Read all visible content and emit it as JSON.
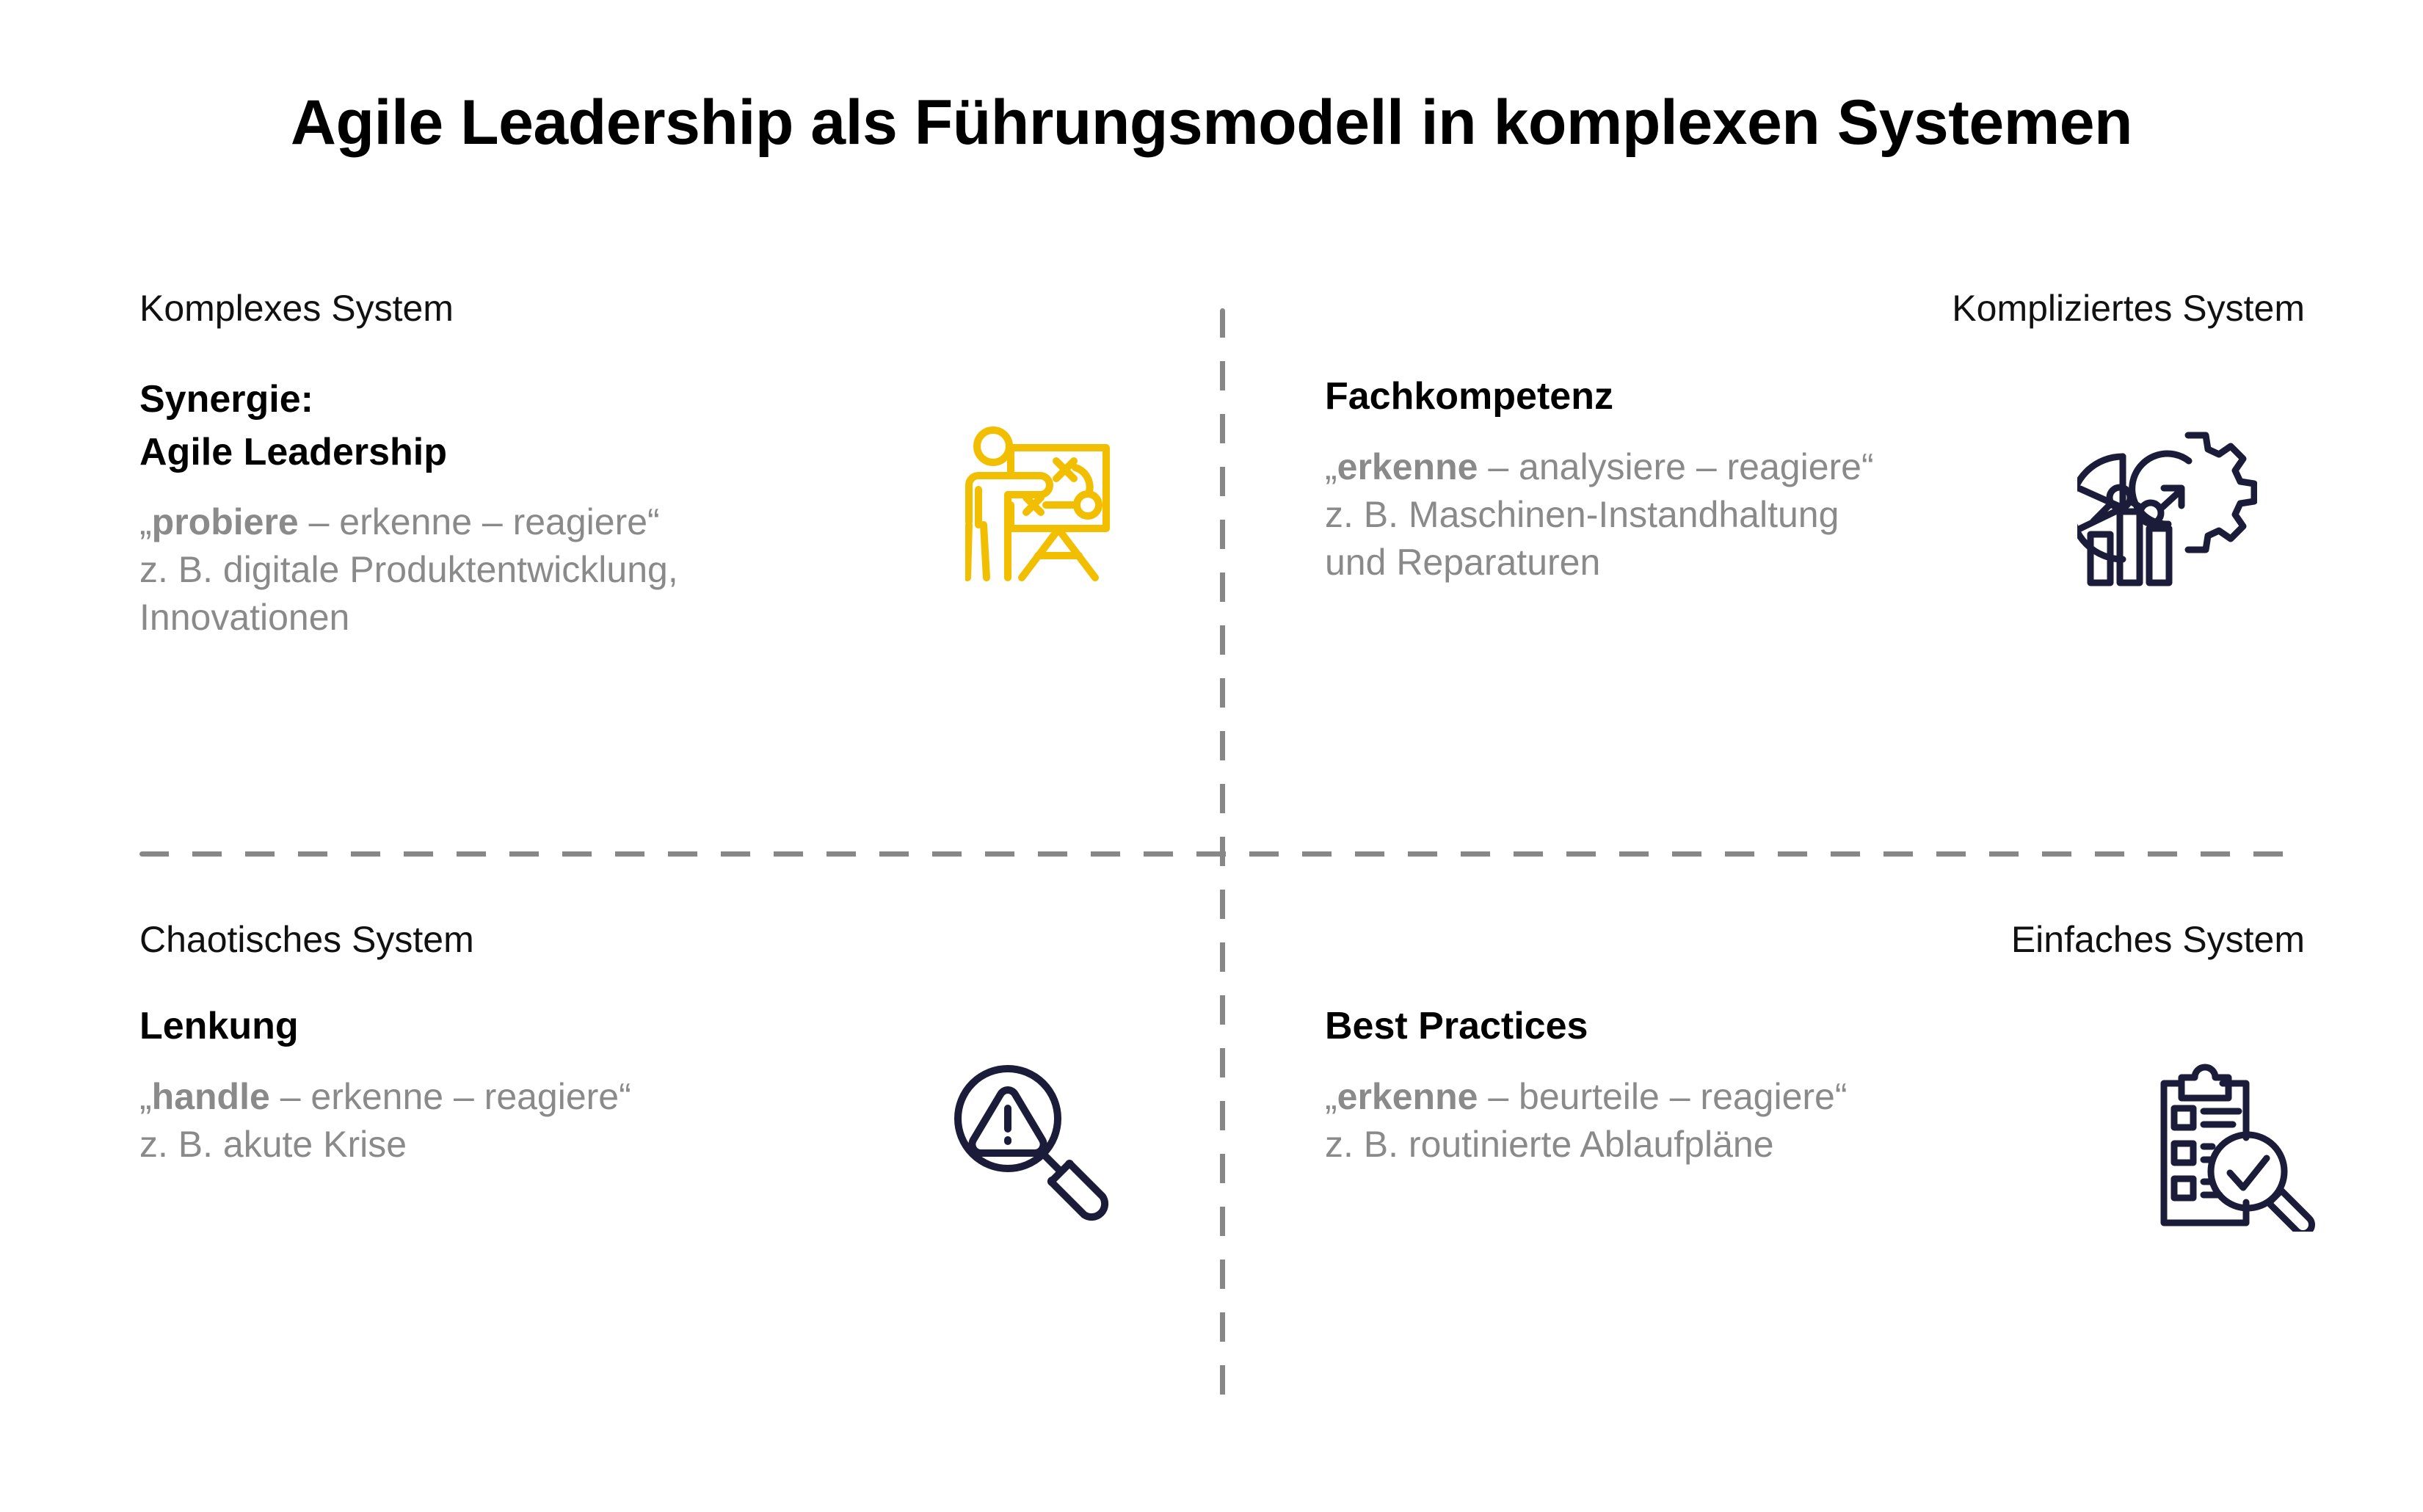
{
  "page": {
    "title": "Agile Leadership als Führungsmodell in komplexen Systemen",
    "background_color": "#ffffff"
  },
  "colors": {
    "accent_yellow": "#F2BE00",
    "icon_navy": "#1B1B3A",
    "body_gray": "#8A8A8A",
    "divider_gray": "#878787",
    "heading_black": "#000000"
  },
  "divider": {
    "style": "dashed",
    "orientation": "cross",
    "color": "#878787"
  },
  "quadrants": {
    "top_left": {
      "system_label": "Komplexes System",
      "heading_line1": "Synergie:",
      "heading_line2": "Agile Leadership",
      "motto_open_quote": "„",
      "motto_bold": "probiere",
      "motto_rest": " – erkenne – reagiere“",
      "example_line1": "z. B. digitale Produktentwicklung,",
      "example_line2": "Innovationen",
      "icon_name": "presentation-strategy-icon",
      "icon_color": "#F2BE00"
    },
    "top_right": {
      "system_label": "Kompliziertes System",
      "heading_line1": "Fachkompetenz",
      "heading_line2": "",
      "motto_open_quote": "„",
      "motto_bold": "erkenne",
      "motto_rest": " – analysiere – reagiere“",
      "example_line1": "z. B. Maschinen-Instandhaltung",
      "example_line2": "und Reparaturen",
      "icon_name": "gear-analytics-icon",
      "icon_color": "#1B1B3A"
    },
    "bottom_left": {
      "system_label": "Chaotisches System",
      "heading_line1": "Lenkung",
      "heading_line2": "",
      "motto_open_quote": "„",
      "motto_bold": "handle",
      "motto_rest": " – erkenne – reagiere“",
      "example_line1": "z. B. akute Krise",
      "example_line2": "",
      "icon_name": "magnifier-warning-icon",
      "icon_color": "#1B1B3A"
    },
    "bottom_right": {
      "system_label": "Einfaches System",
      "heading_line1": "Best Practices",
      "heading_line2": "",
      "motto_open_quote": "„",
      "motto_bold": "erkenne",
      "motto_rest": " – beurteile – reagiere“",
      "example_line1": "z. B. routinierte Ablaufpläne",
      "example_line2": "",
      "icon_name": "clipboard-check-magnifier-icon",
      "icon_color": "#1B1B3A"
    }
  }
}
